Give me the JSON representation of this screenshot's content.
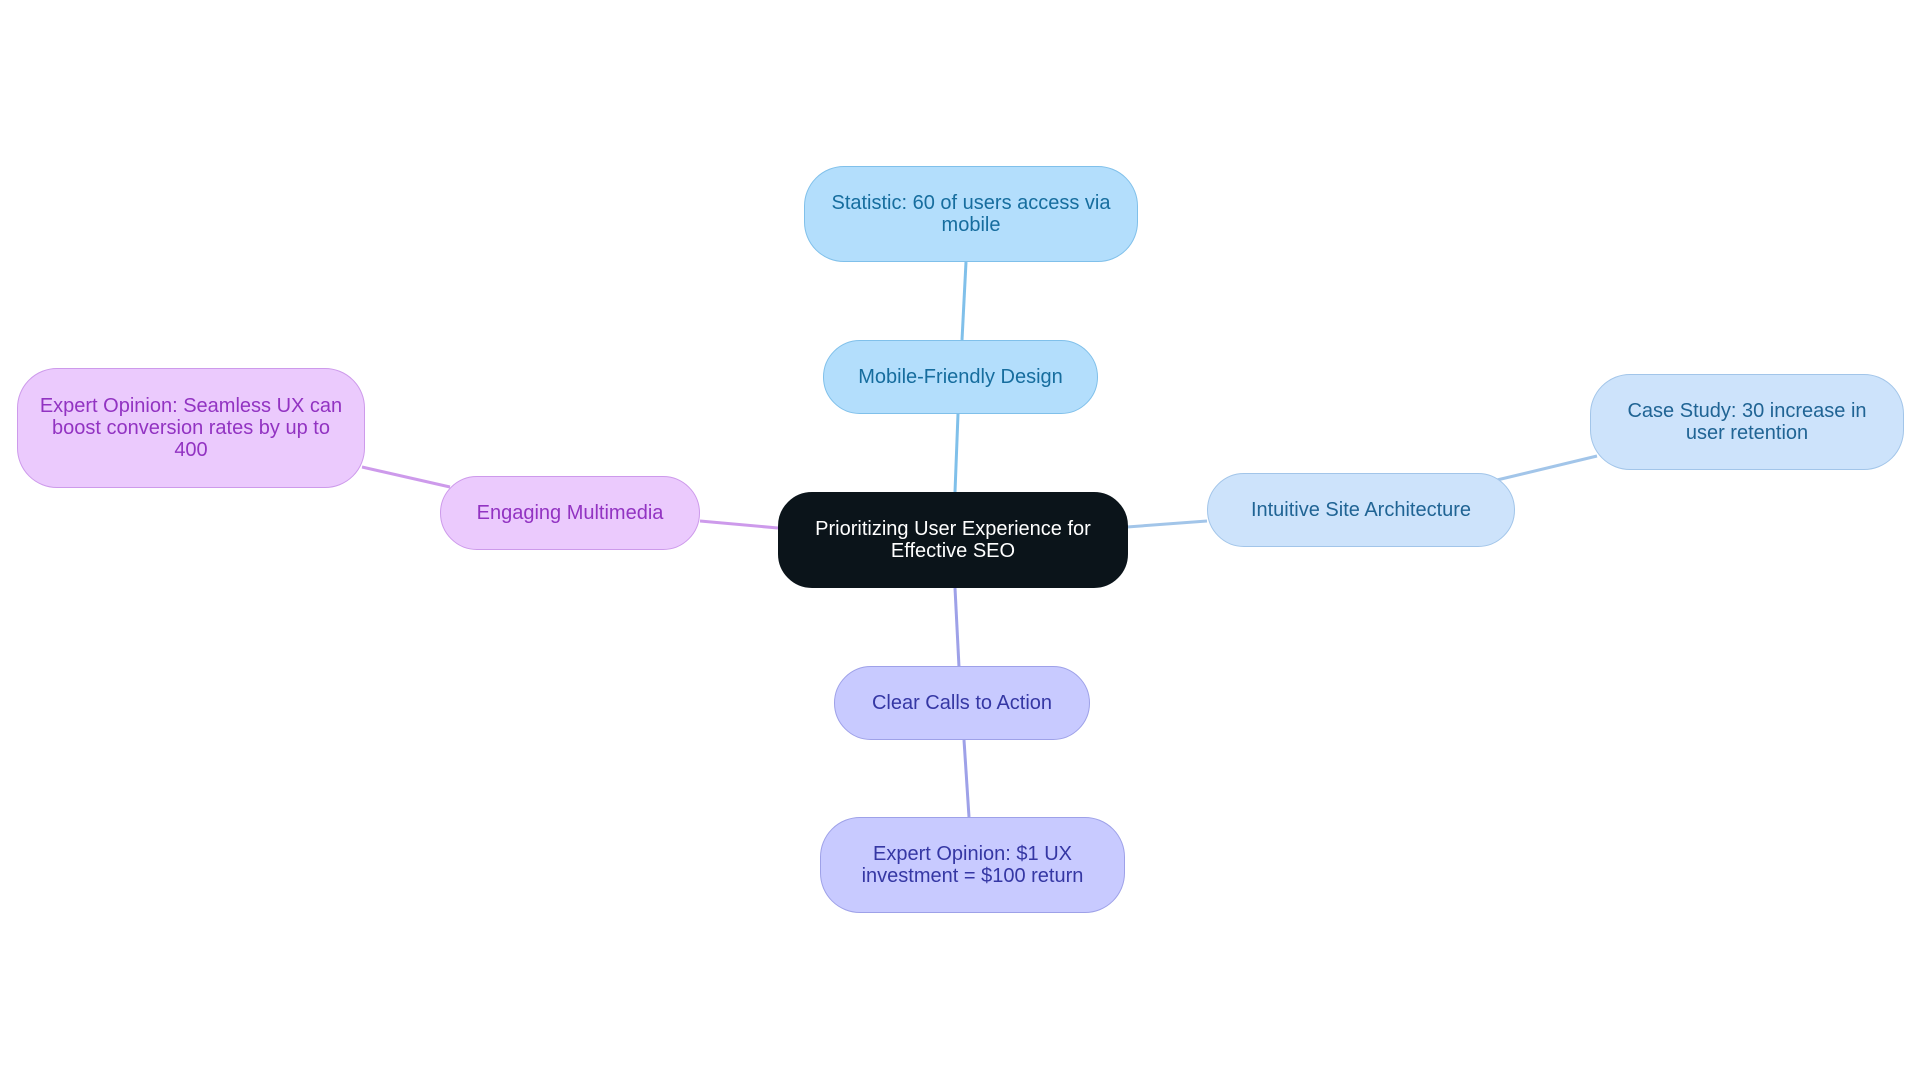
{
  "diagram": {
    "center": {
      "label": "Prioritizing User Experience for Effective SEO"
    },
    "branches": {
      "mobile": {
        "label": "Mobile-Friendly Design",
        "detail": "Statistic: 60 of users access via mobile",
        "color": "#80c0ea"
      },
      "architecture": {
        "label": "Intuitive Site Architecture",
        "detail": "Case Study: 30 increase in user retention",
        "color": "#a2c5e9"
      },
      "cta": {
        "label": "Clear Calls to Action",
        "detail": "Expert Opinion: $1 UX investment = $100 return",
        "color": "#9ea1e8"
      },
      "multimedia": {
        "label": "Engaging Multimedia",
        "detail": "Expert Opinion: Seamless UX can boost conversion rates by up to 400",
        "color": "#cd9aeb"
      }
    }
  }
}
